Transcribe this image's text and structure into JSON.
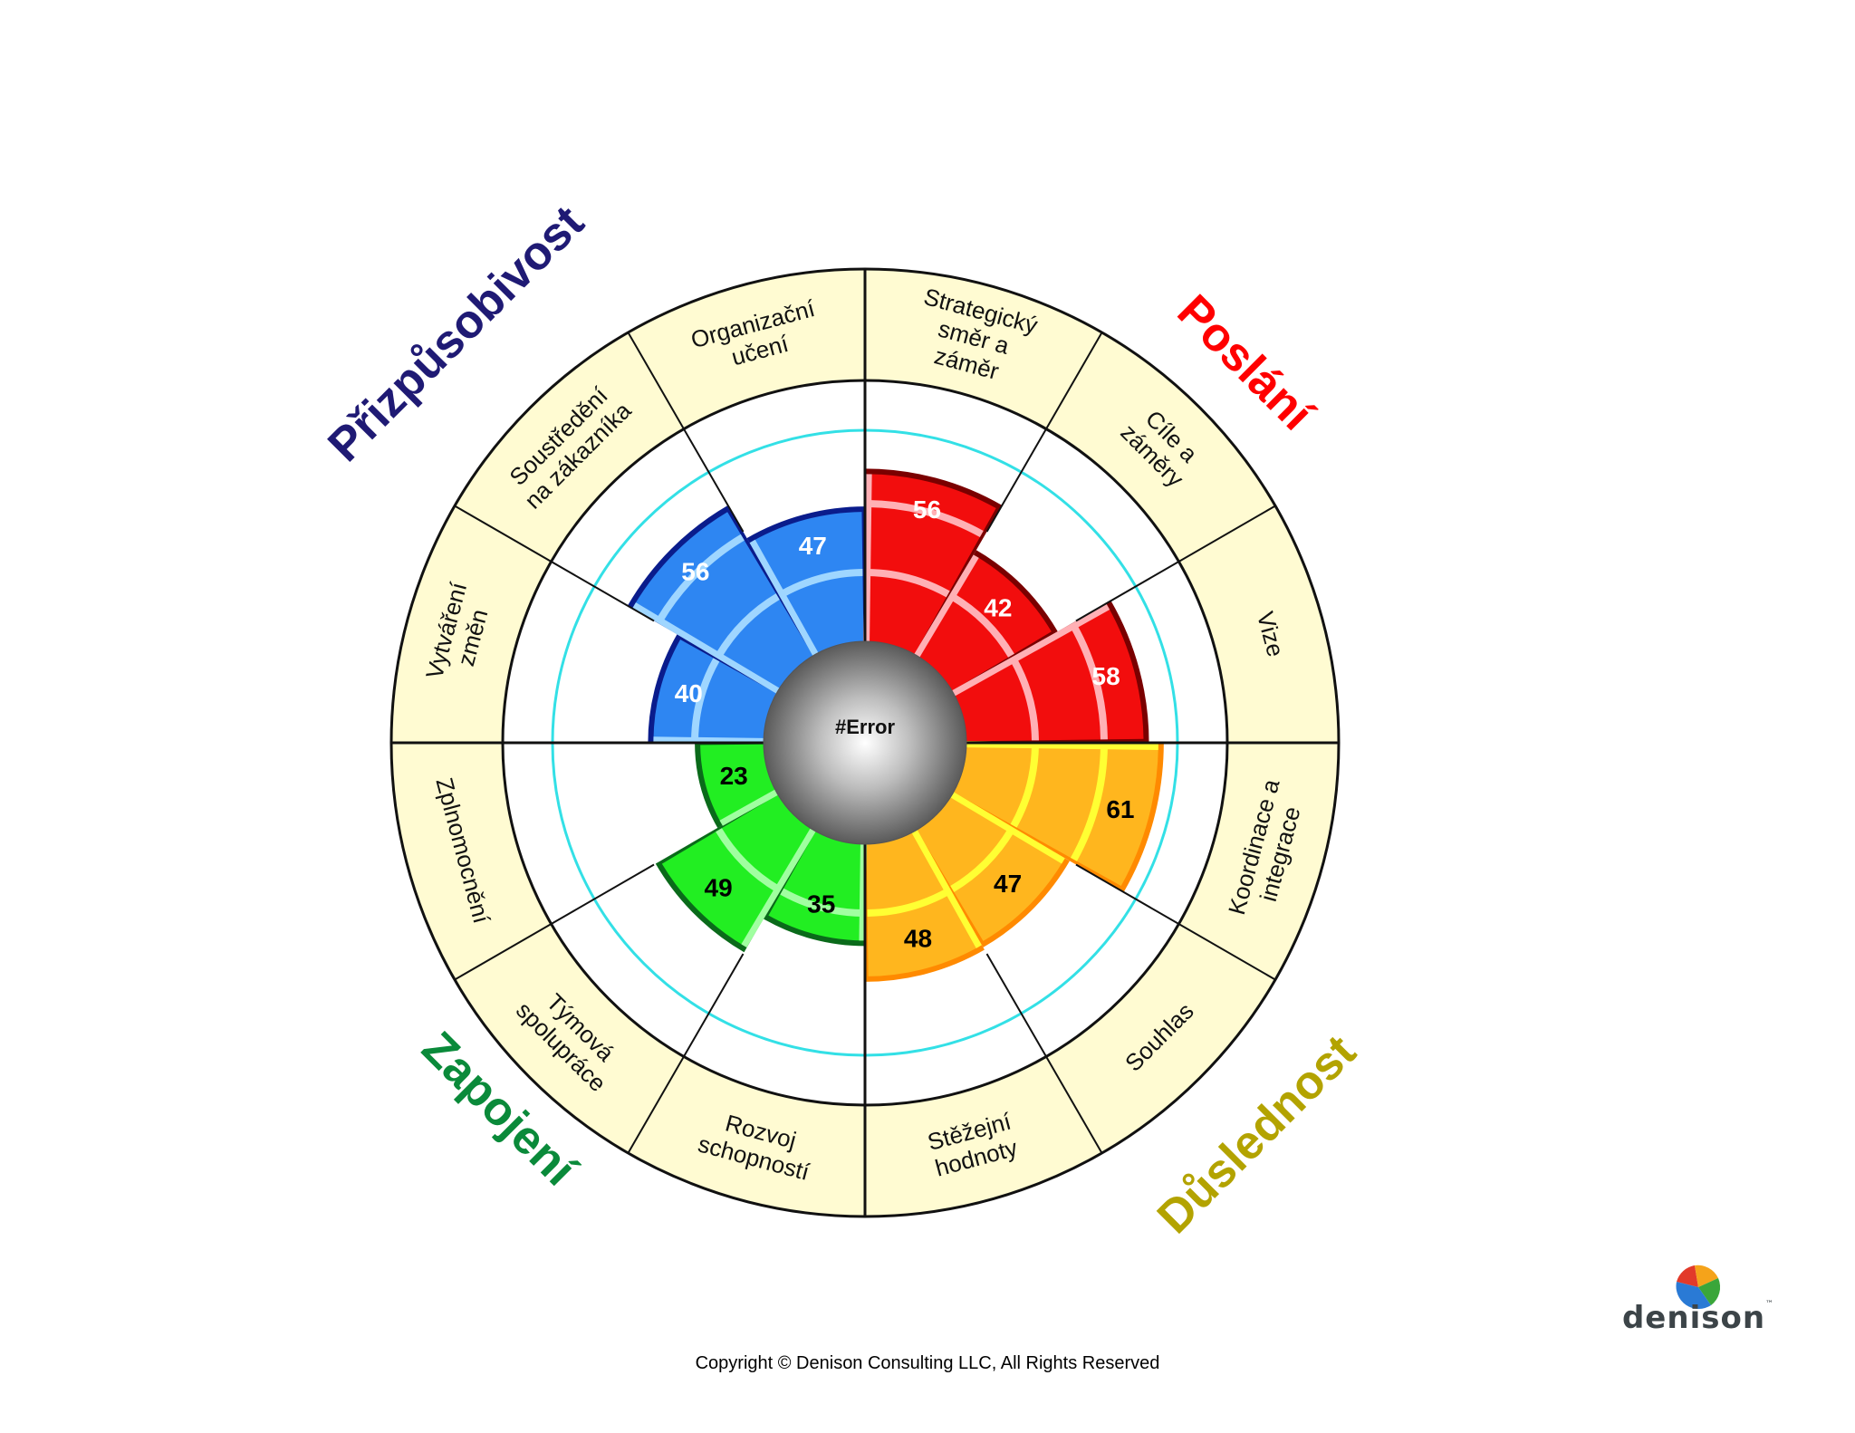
{
  "center_label": "#Error",
  "copyright": "Copyright © Denison Consulting LLC, All Rights Reserved",
  "brand": {
    "name": "denison",
    "trademark": "™"
  },
  "colors": {
    "band_fill": "#fffbd2",
    "guide_circle": "#33e0e6",
    "line": "#111111"
  },
  "traits": [
    {
      "key": "adaptability",
      "label": "Přizpůsobivost",
      "color": "#1f1a74"
    },
    {
      "key": "mission",
      "label": "Poslání",
      "color": "#ff0000"
    },
    {
      "key": "consistency",
      "label": "Důslednost",
      "color": "#b3a300"
    },
    {
      "key": "involvement",
      "label": "Zapojení",
      "color": "#0a8a3a"
    }
  ],
  "segments": [
    {
      "key": "vytvareni",
      "label": [
        "Vytváření",
        "změn"
      ]
    },
    {
      "key": "zakaznik",
      "label": [
        "Soustředění",
        "na zákazníka"
      ]
    },
    {
      "key": "uceni",
      "label": [
        "Organizační",
        "učení"
      ]
    },
    {
      "key": "strategicky",
      "label": [
        "Strategický",
        "směr a",
        "záměr"
      ]
    },
    {
      "key": "cile",
      "label": [
        "Cíle a",
        "záměry"
      ]
    },
    {
      "key": "vize",
      "label": [
        "Vize"
      ]
    },
    {
      "key": "koordinace",
      "label": [
        "Koordinace a",
        "integrace"
      ]
    },
    {
      "key": "souhlas",
      "label": [
        "Souhlas"
      ]
    },
    {
      "key": "hodnoty",
      "label": [
        "Stěžejní",
        "hodnoty"
      ]
    },
    {
      "key": "schopnosti",
      "label": [
        "Rozvoj",
        "schopností"
      ]
    },
    {
      "key": "spoluprace",
      "label": [
        "Týmová",
        "spolupráce"
      ]
    },
    {
      "key": "zplnomocneni",
      "label": [
        "Zplnomocnění"
      ]
    }
  ],
  "chart_data": {
    "type": "circumplex",
    "scale": {
      "min": 0,
      "max": 100,
      "rings": [
        25,
        50,
        75
      ],
      "guide": 50
    },
    "values": [
      {
        "segment": "Vytváření změn",
        "value": 40,
        "quadrant": "adaptability"
      },
      {
        "segment": "Soustředění na zákazníka",
        "value": 56,
        "quadrant": "adaptability"
      },
      {
        "segment": "Organizační učení",
        "value": 47,
        "quadrant": "adaptability"
      },
      {
        "segment": "Strategický směr a záměr",
        "value": 56,
        "quadrant": "mission"
      },
      {
        "segment": "Cíle a záměry",
        "value": 42,
        "quadrant": "mission"
      },
      {
        "segment": "Vize",
        "value": 58,
        "quadrant": "mission"
      },
      {
        "segment": "Koordinace a integrace",
        "value": 61,
        "quadrant": "consistency"
      },
      {
        "segment": "Souhlas",
        "value": 47,
        "quadrant": "consistency"
      },
      {
        "segment": "Stěžejní hodnoty",
        "value": 48,
        "quadrant": "consistency"
      },
      {
        "segment": "Rozvoj schopností",
        "value": 35,
        "quadrant": "involvement"
      },
      {
        "segment": "Týmová spolupráce",
        "value": 49,
        "quadrant": "involvement"
      },
      {
        "segment": "Zplnomocnění",
        "value": 23,
        "quadrant": "involvement"
      }
    ],
    "quadrant_colors": {
      "adaptability": {
        "fill": "#2e86f2",
        "dark": "#0a1c8c",
        "light": "#9fd6ff",
        "text": "#ffffff"
      },
      "mission": {
        "fill": "#f20d0d",
        "dark": "#7a0000",
        "light": "#ffb0b5",
        "text": "#ffffff"
      },
      "consistency": {
        "fill": "#ffb61e",
        "dark": "#ff8a00",
        "light": "#ffff33",
        "text": "#000000"
      },
      "involvement": {
        "fill": "#22ee22",
        "dark": "#0a6a1a",
        "light": "#a0ffa0",
        "text": "#000000"
      }
    }
  }
}
